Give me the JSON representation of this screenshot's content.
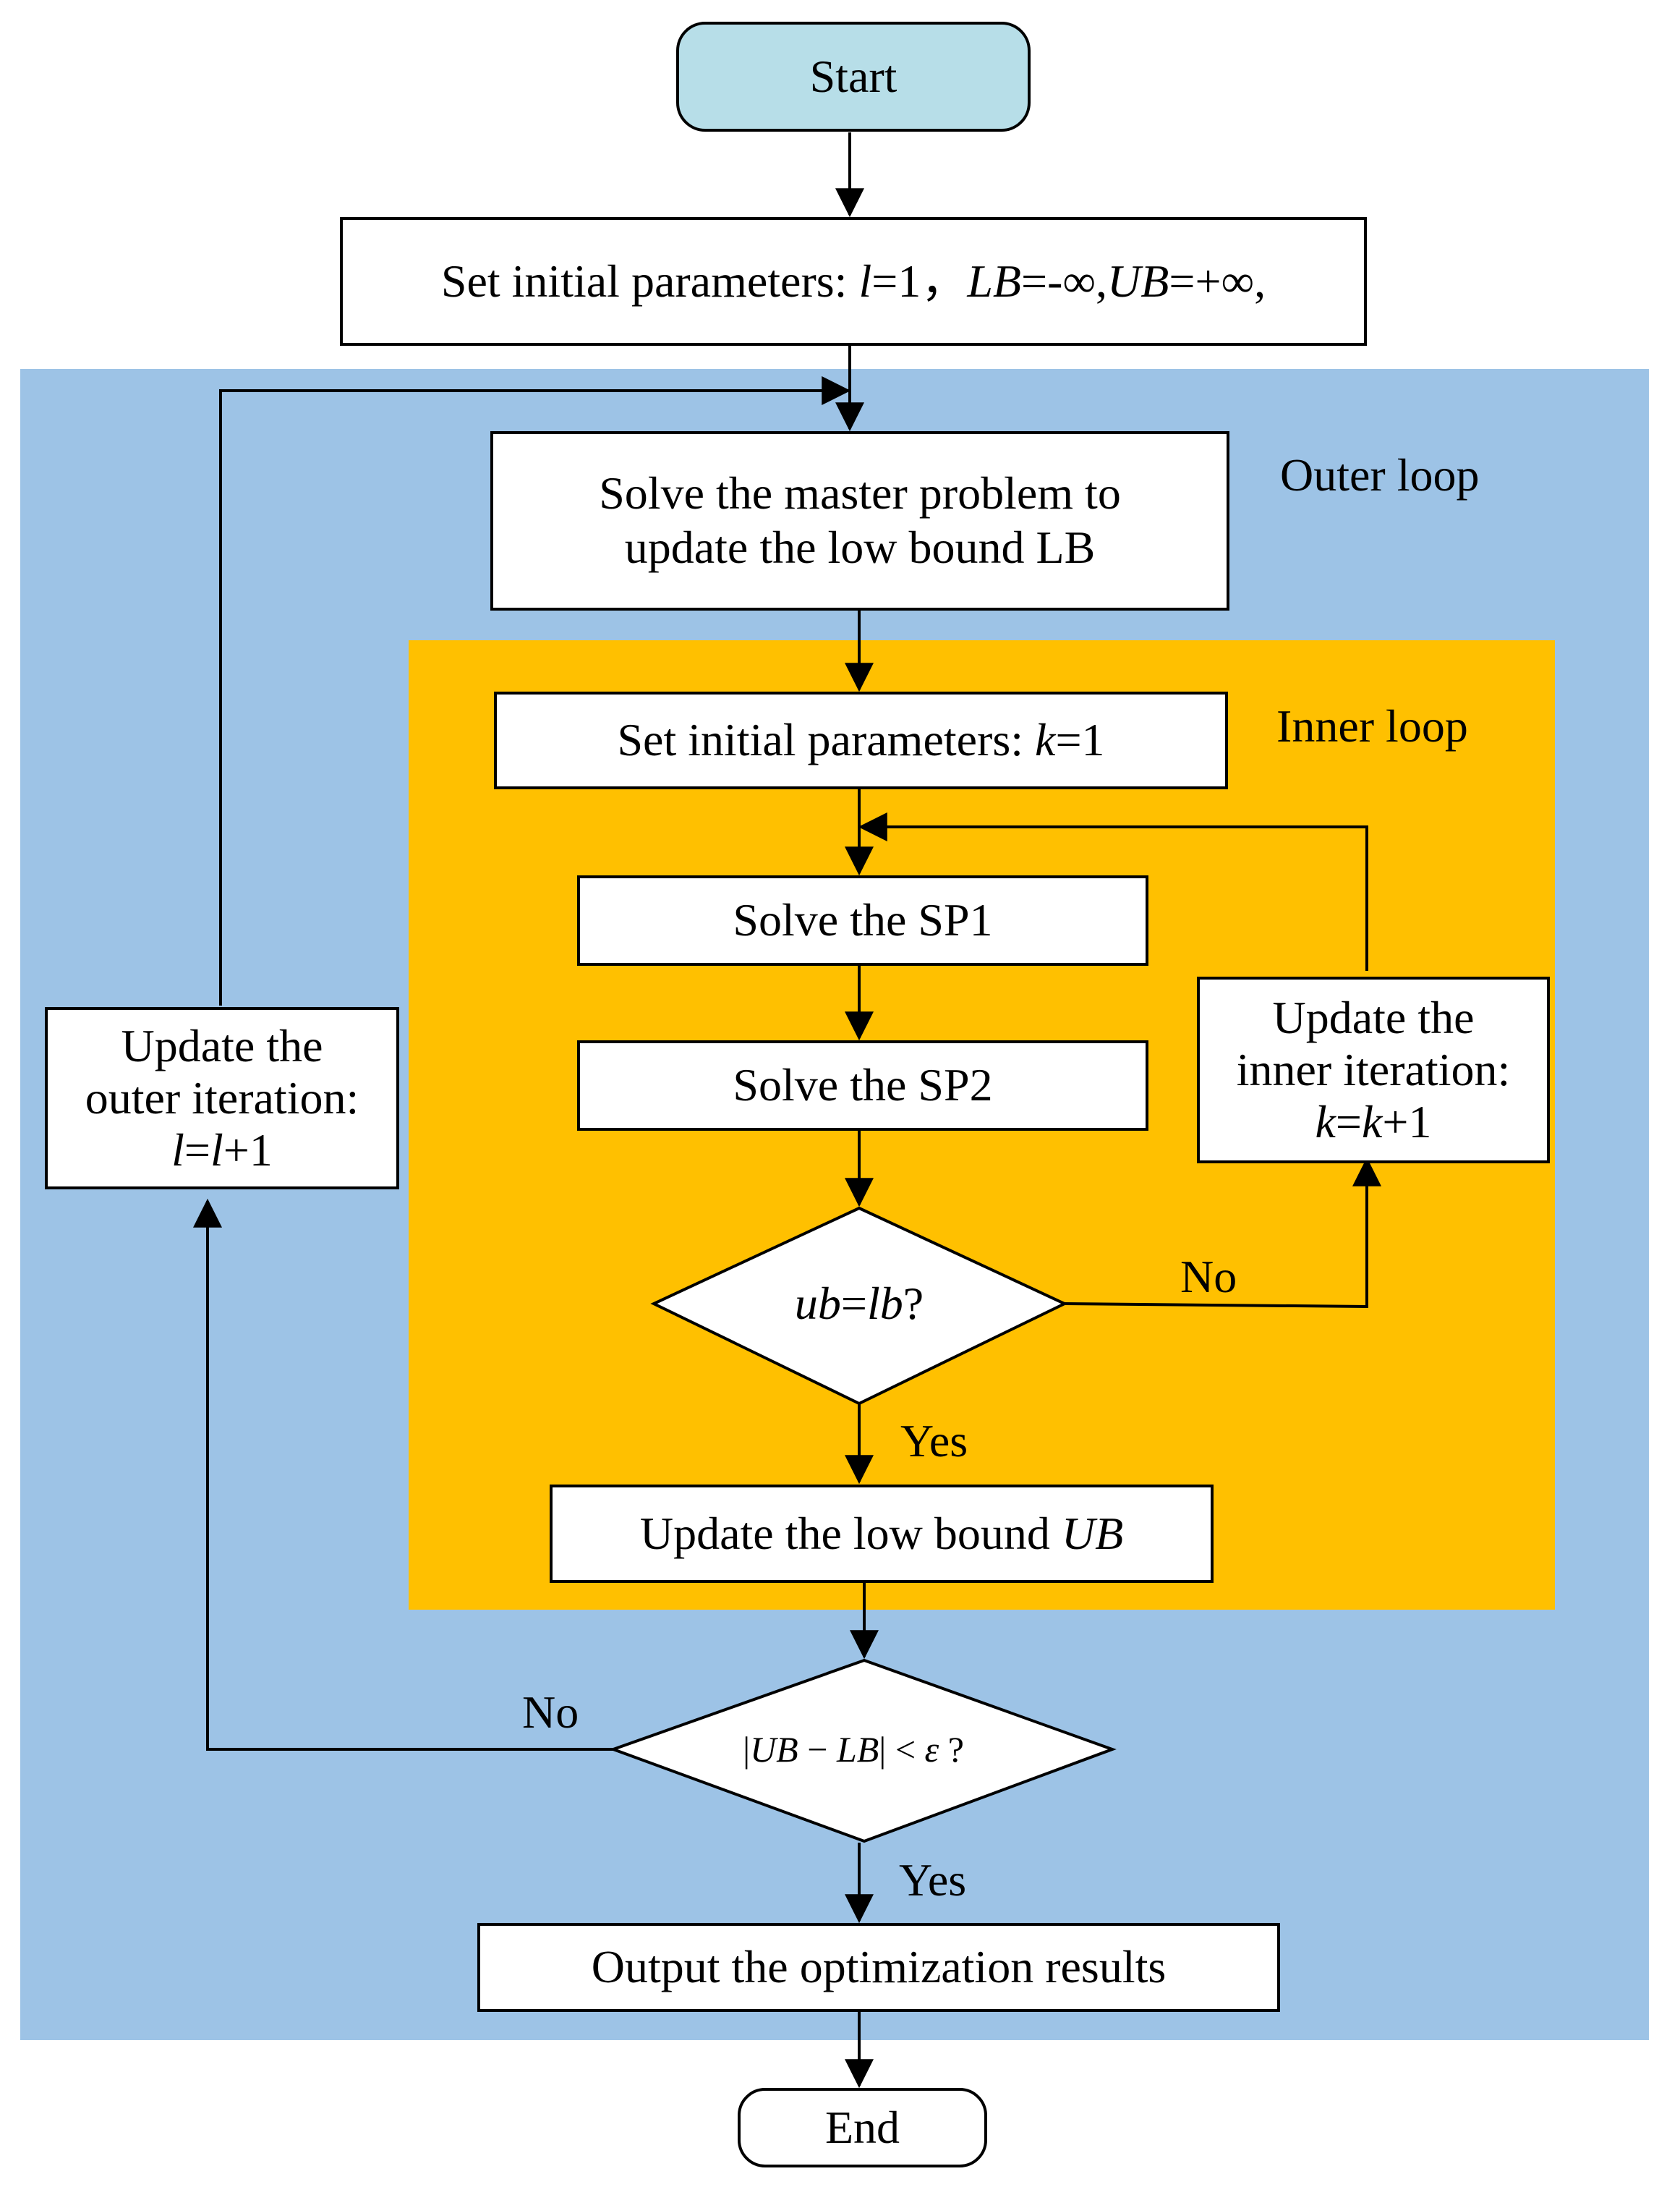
{
  "colors": {
    "outer_region": "#9DC3E6",
    "inner_region": "#FFC000",
    "start_end_fill": "#B7DEE8",
    "box_fill": "#FFFFFF",
    "stroke": "#000000"
  },
  "nodes": {
    "start": "Start",
    "init_outer": {
      "prefix": "Set initial parameters: ",
      "l_var": "l",
      "eq1": "=1，",
      "lb_var": "LB",
      "eq2": "=-∞,",
      "ub_var": "UB",
      "eq3": "=+∞,"
    },
    "master": {
      "line1": "Solve the master problem to",
      "line2": "update the low bound LB"
    },
    "init_inner": {
      "prefix": "Set initial parameters: ",
      "k_var": "k",
      "eq": "=1"
    },
    "sp1": "Solve the SP1",
    "sp2": "Solve the SP2",
    "inner_decision": {
      "ub": "ub",
      "eq": "=",
      "lb": "lb",
      "q": "?"
    },
    "update_inner": {
      "line1": "Update the",
      "line2": "inner iteration:",
      "k1": "k",
      "eq": "=",
      "k2": "k",
      "plus": "+1"
    },
    "update_ub": {
      "prefix": "Update the low bound ",
      "var": "UB"
    },
    "outer_decision": {
      "bar1": "|",
      "ub": "UB",
      "minus": " − ",
      "lb": "LB",
      "bar2": "|",
      "lt": " < ",
      "eps": "ε",
      "q": " ?"
    },
    "update_outer": {
      "line1": "Update the",
      "line2": "outer iteration:",
      "l1": "l",
      "eq": "=",
      "l2": "l",
      "plus": "+1"
    },
    "output": "Output the optimization results",
    "end": "End"
  },
  "labels": {
    "outer_loop": "Outer loop",
    "inner_loop": "Inner loop",
    "inner_no": "No",
    "inner_yes": "Yes",
    "outer_no": "No",
    "outer_yes": "Yes"
  }
}
